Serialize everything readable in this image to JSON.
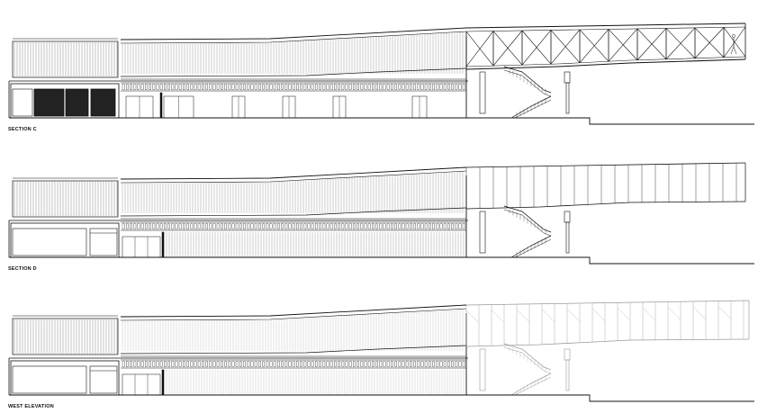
{
  "drawings": [
    {
      "id": "section-c",
      "label": "SECTION C",
      "style": "section-truss"
    },
    {
      "id": "section-d",
      "label": "SECTION D",
      "style": "section-panels"
    },
    {
      "id": "west-elevation",
      "label": "WEST ELEVATION",
      "style": "elevation-light"
    }
  ],
  "colors": {
    "ink": "#111111",
    "fine": "#555555",
    "light": "#9a9a9a",
    "paper": "#ffffff"
  }
}
